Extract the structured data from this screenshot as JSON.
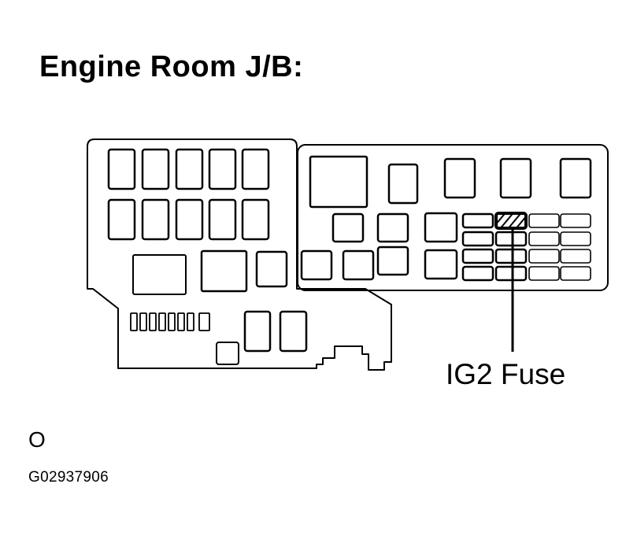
{
  "title": "Engine Room J/B:",
  "callout": {
    "label": "IG2 Fuse"
  },
  "corner_mark": "O",
  "figure_id": "G02937906",
  "colors": {
    "ink": "#000000",
    "background": "#ffffff"
  }
}
